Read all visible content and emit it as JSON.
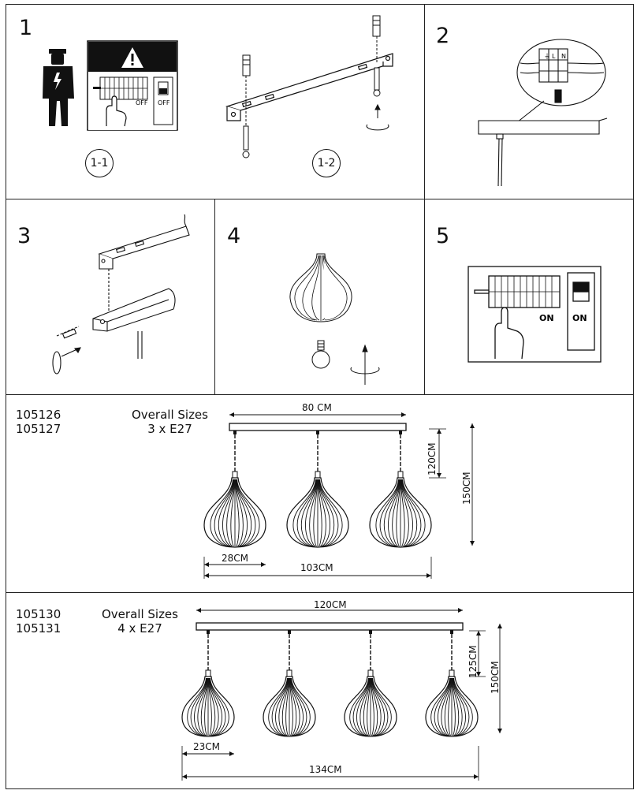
{
  "steps": {
    "s1": "1",
    "s1_1": "1-1",
    "s1_2": "1-2",
    "s2": "2",
    "s3": "3",
    "s4": "4",
    "s5": "5",
    "off_label": "OFF",
    "off_label2": "OFF",
    "on_label": "ON",
    "on_label2": "ON",
    "terminals": [
      "L",
      "N",
      "⏚"
    ]
  },
  "model3": {
    "codes": [
      "105126",
      "105127"
    ],
    "title": "Overall Sizes",
    "bulbs": "3 x E27",
    "dims": {
      "width": "80 CM",
      "drop": "120CM",
      "height": "150CM",
      "shade": "28CM",
      "total": "103CM"
    }
  },
  "model4": {
    "codes": [
      "105130",
      "105131"
    ],
    "title": "Overall Sizes",
    "bulbs": "4 x E27",
    "dims": {
      "width": "120CM",
      "drop": "125CM",
      "height": "150CM",
      "shade": "23CM",
      "total": "134CM"
    }
  }
}
